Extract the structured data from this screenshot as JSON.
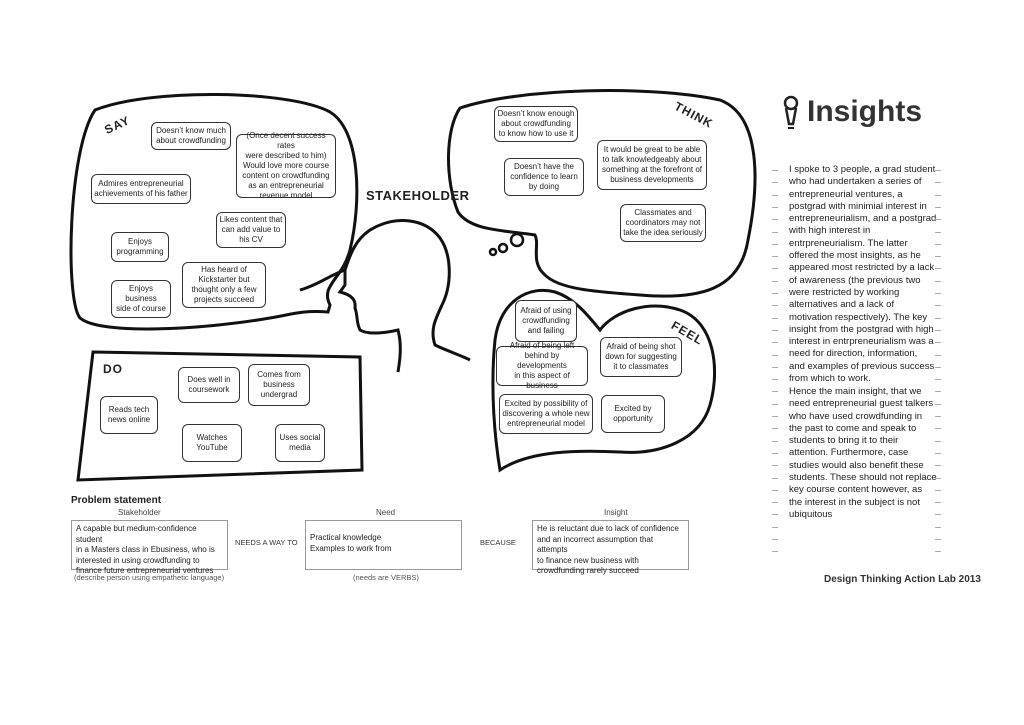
{
  "empathy_map": {
    "stakeholder_label": "STAKEHOLDER",
    "say": {
      "label": "SAY",
      "notes": [
        "Doesn’t know much\nabout crowdfunding",
        "(Once decent success rates\nwere described to him)\nWould love more course\ncontent on crowdfunding\nas an entrepreneurial\nrevenue model",
        "Admires entrepreneurial\nachievements of his father",
        "Likes content that\ncan add value to\nhis CV",
        "Enjoys\nprogramming",
        "Has heard of\nKickstarter but\nthought only a few\nprojects succeed",
        "Enjoys business\nside of course"
      ]
    },
    "think": {
      "label": "THINK",
      "notes": [
        "Doesn’t know enough\nabout crowdfunding\nto know how to use it",
        "It would be great to be able\nto talk knowledgeably about\nsomething at the forefront of\nbusiness developments",
        "Doesn’t have the\nconfidence to learn\nby doing",
        "Classmates and\ncoordinators may not\ntake the idea seriously"
      ]
    },
    "feel": {
      "label": "FEEL",
      "notes": [
        "Afraid of using\ncrowdfunding\nand failing",
        "Afraid of being shot\ndown for suggesting\nit to classmates",
        "Afraid of being left\nbehind by developments\nin this aspect of business",
        "Excited by possibility of\ndiscovering a whole new\nentrepreneurial model",
        "Excited by\nopportunity"
      ]
    },
    "do": {
      "label": "DO",
      "notes": [
        "Does well in\ncoursework",
        "Comes from\nbusiness\nundergrad",
        "Reads tech\nnews online",
        "Watches\nYouTube",
        "Uses social\nmedia"
      ]
    }
  },
  "problem_statement": {
    "title": "Problem statement",
    "stakeholder_header": "Stakeholder",
    "need_header": "Need",
    "insight_header": "Insight",
    "stakeholder_text": "A capable but medium-confidence student\nin a Masters class in Ebusiness, who is\ninterested in using crowdfunding to\nfinance future entrepreneurial ventures",
    "needs_a_way_to": "NEEDS A WAY TO",
    "need_text": "Practical knowledge\nExamples to work from",
    "because": "BECAUSE",
    "insight_text": "He is reluctant due to lack of confidence\nand an incorrect assumption that attempts\nto finance new business with\ncrowdfunding rarely succeed",
    "stakeholder_hint": "(describe person using empathetic language)",
    "need_hint": "(needs are VERBS)"
  },
  "insights": {
    "title": "Insights",
    "icon": "lightbulb-icon",
    "paragraph1": "I spoke to 3 people, a grad student\nwho had undertaken a series of\nentrepreneurial ventures, a\npostgrad with minimial interest in\nentrepreneurialism, and a postgrad\nwith high interest in\nentrpreneurialism. The latter\noffered the most insights, as he\nappeared most restricted by a lack\nof awareness (the previous two\nwere restricted by working\nalternatives and a lack of\nmotivation respectively). The key\ninsight from the postgrad with high\ninterest in entrpreneurialism was a\nneed for direction, information,\nand examples of previous success\nfrom which to work.",
    "paragraph2": "Hence the main insight, that we\nneed entrepreneurial guest talkers\nwho have used crowdfunding in\nthe past to come and speak to\nstudents to bring it to their\nattention. Furthermore, case\nstudies would also benefit these\nstudents. These should not replace\nkey course content however, as\nthe interest in the subject is not\nubiquitous"
  },
  "footer": "Design Thinking Action Lab 2013"
}
